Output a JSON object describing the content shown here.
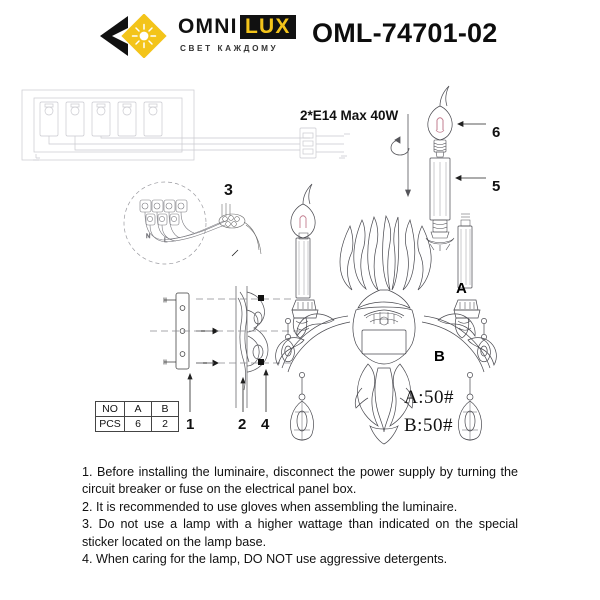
{
  "header": {
    "brand_primary": "OMNI",
    "brand_secondary": "LUX",
    "slogan": "СВЕТ КАЖДОМУ",
    "model_code": "OML-74701-02",
    "logo_icon": "omnilux-diamond-sunburst-logo",
    "colors": {
      "logo_gold": "#f3c41a",
      "logo_black": "#111111"
    }
  },
  "drawing": {
    "lamp_spec": "2*E14 Max 40W",
    "callouts": {
      "c1": "1",
      "c2": "2",
      "c3": "3",
      "c4": "4",
      "c5": "5",
      "c6": "6"
    },
    "crystal_labels": {
      "a": "A",
      "b": "B"
    },
    "crystal_quantities": {
      "a": "A:50#",
      "b": "B:50#"
    },
    "parts_table": {
      "header": [
        "NO",
        "A",
        "B"
      ],
      "row": [
        "PCS",
        "6",
        "2"
      ]
    }
  },
  "instructions": {
    "line1": "1. Before installing the luminaire, disconnect the power supply by turning the circuit breaker or fuse on the electrical panel box.",
    "line2": "2. It is recommended to use gloves when assembling the luminaire.",
    "line3": "3. Do not use a lamp with a higher wattage than indicated on the special sticker located on the lamp base.",
    "line4": "4. When caring for the lamp, DO NOT use aggressive detergents."
  }
}
